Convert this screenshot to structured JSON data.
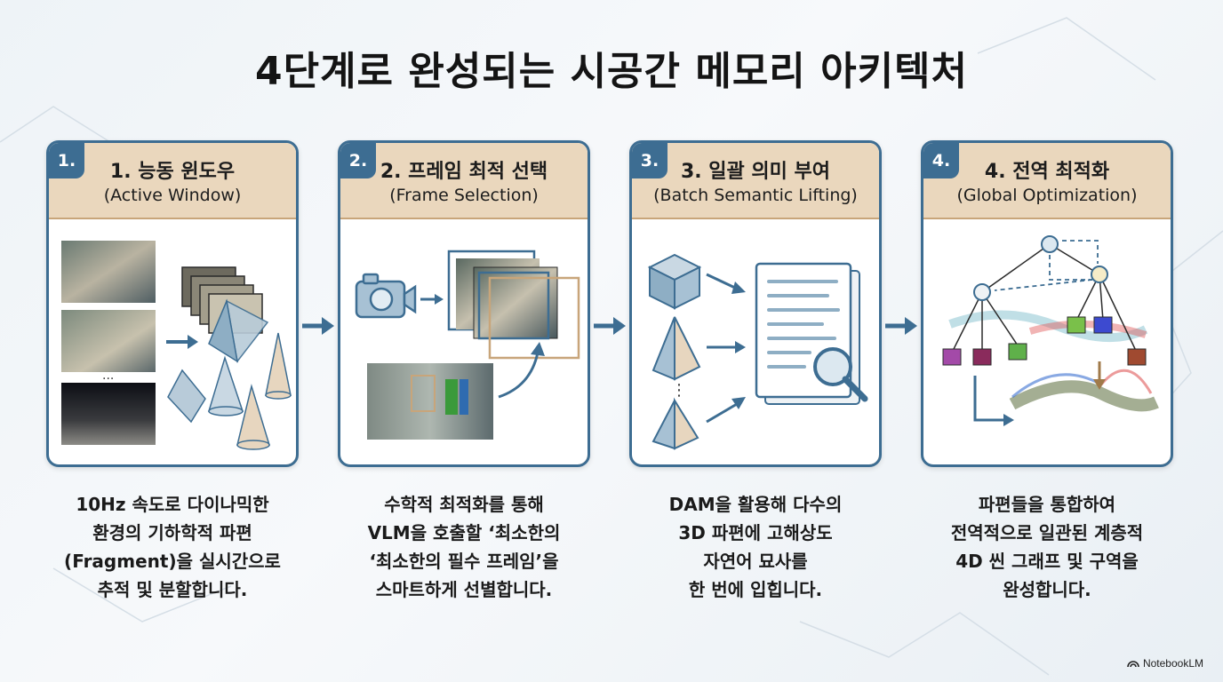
{
  "title": "4단계로 완성되는 시공간 메모리 아키텍처",
  "steps": [
    {
      "badge": "1.",
      "title_ko": "1. 능동 윈도우",
      "title_en": "(Active Window)",
      "ellipsis": "...",
      "desc": [
        "10Hz 속도로 다이나믹한",
        "환경의 기하학적 파편",
        "(Fragment)을 실시간으로",
        "추적 및 분할합니다."
      ]
    },
    {
      "badge": "2.",
      "title_ko": "2. 프레임 최적 선택",
      "title_en": "(Frame Selection)",
      "desc": [
        "수학적 최적화를 통해",
        "VLM을 호출할 ‘최소한의",
        "‘최소한의 필수 프레임’을",
        "스마트하게 선별합니다."
      ]
    },
    {
      "badge": "3.",
      "title_ko": "3. 일괄 의미 부여",
      "title_en": "(Batch Semantic Lifting)",
      "ellipsis": "⋮",
      "desc": [
        "DAM을 활용해 다수의",
        "3D 파편에 고해상도",
        "자연어 묘사를",
        "한 번에 입힙니다."
      ]
    },
    {
      "badge": "4.",
      "title_ko": "4. 전역 최적화",
      "title_en": "(Global Optimization)",
      "desc": [
        "파편들을 통합하여",
        "전역적으로 일관된 계층적",
        "4D 씬 그래프 및 구역을",
        "완성합니다."
      ]
    }
  ],
  "brand": {
    "name": "NotebookLM",
    "icon": "notebooklm-logo-icon"
  },
  "colors": {
    "primary": "#3d6d92",
    "accent": "#c8a57a",
    "header_bg": "#ead7bd"
  }
}
